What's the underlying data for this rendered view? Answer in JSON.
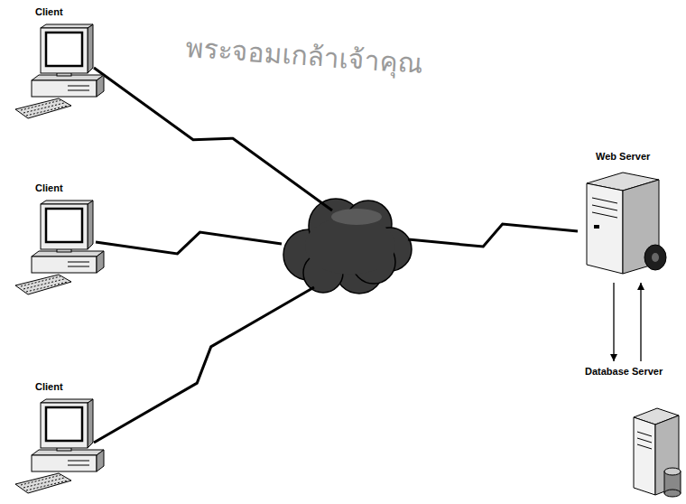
{
  "diagram": {
    "nodes": [
      {
        "text": [
          "Client"
        ]
      },
      {
        "text": [
          "Client"
        ]
      },
      {
        "text": [
          "Client"
        ]
      },
      {
        "text": [
          "Web Server"
        ]
      },
      {
        "text": [
          "Database Server"
        ]
      }
    ],
    "edges": [
      {
        "from": 3,
        "to": 4,
        "arrow": "to"
      },
      {
        "from": 4,
        "to": 3,
        "arrow": "to"
      }
    ],
    "labels": [
      "พระจอมเกล้าเจ้าคุณ"
    ]
  }
}
